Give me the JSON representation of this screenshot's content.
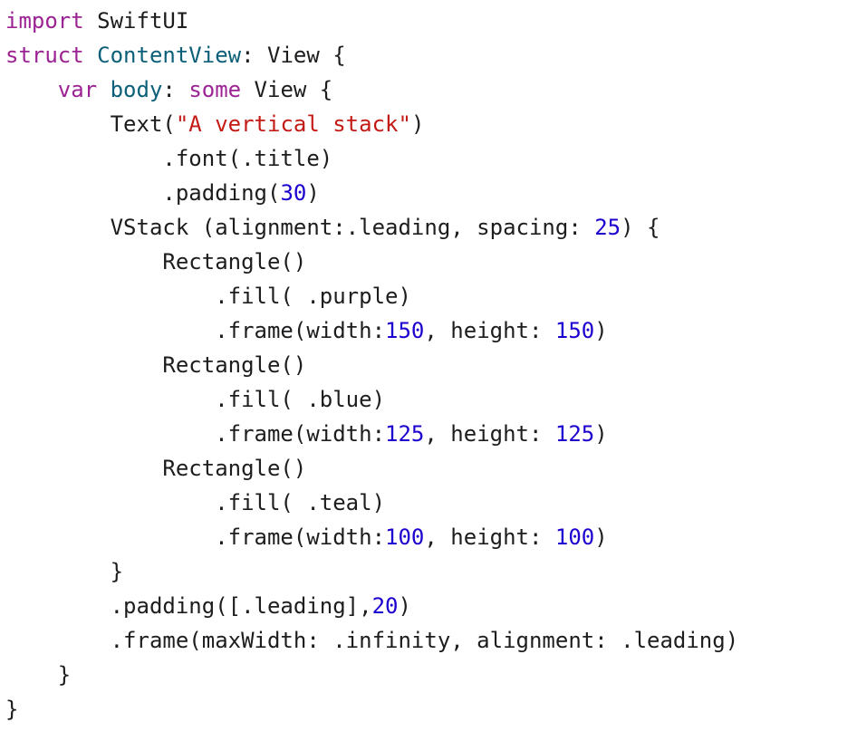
{
  "colors": {
    "keyword": "#9b2393",
    "type": "#0b5f78",
    "string": "#c41a16",
    "number": "#1c00cf",
    "plain": "#1d1d1f",
    "background": "#ffffff"
  },
  "code": {
    "language": "Swift",
    "lines": [
      {
        "tokens": [
          {
            "text": "import",
            "kind": "keyword"
          },
          {
            "text": " SwiftUI",
            "kind": "plain"
          }
        ]
      },
      {
        "tokens": [
          {
            "text": "struct",
            "kind": "keyword"
          },
          {
            "text": " ",
            "kind": "plain"
          },
          {
            "text": "ContentView",
            "kind": "type"
          },
          {
            "text": ": View {",
            "kind": "plain"
          }
        ]
      },
      {
        "tokens": [
          {
            "text": "    ",
            "kind": "plain"
          },
          {
            "text": "var",
            "kind": "keyword"
          },
          {
            "text": " ",
            "kind": "plain"
          },
          {
            "text": "body",
            "kind": "type"
          },
          {
            "text": ": ",
            "kind": "plain"
          },
          {
            "text": "some",
            "kind": "keyword"
          },
          {
            "text": " View {",
            "kind": "plain"
          }
        ]
      },
      {
        "tokens": [
          {
            "text": "        Text(",
            "kind": "plain"
          },
          {
            "text": "\"A vertical stack\"",
            "kind": "string"
          },
          {
            "text": ")",
            "kind": "plain"
          }
        ]
      },
      {
        "tokens": [
          {
            "text": "            .font(.title)",
            "kind": "plain"
          }
        ]
      },
      {
        "tokens": [
          {
            "text": "            .padding(",
            "kind": "plain"
          },
          {
            "text": "30",
            "kind": "number"
          },
          {
            "text": ")",
            "kind": "plain"
          }
        ]
      },
      {
        "tokens": [
          {
            "text": "        VStack (alignment:.leading, spacing: ",
            "kind": "plain"
          },
          {
            "text": "25",
            "kind": "number"
          },
          {
            "text": ") {",
            "kind": "plain"
          }
        ]
      },
      {
        "tokens": [
          {
            "text": "            Rectangle()",
            "kind": "plain"
          }
        ]
      },
      {
        "tokens": [
          {
            "text": "                .fill( .purple)",
            "kind": "plain"
          }
        ]
      },
      {
        "tokens": [
          {
            "text": "                .frame(width:",
            "kind": "plain"
          },
          {
            "text": "150",
            "kind": "number"
          },
          {
            "text": ", height: ",
            "kind": "plain"
          },
          {
            "text": "150",
            "kind": "number"
          },
          {
            "text": ")",
            "kind": "plain"
          }
        ]
      },
      {
        "tokens": [
          {
            "text": "            Rectangle()",
            "kind": "plain"
          }
        ]
      },
      {
        "tokens": [
          {
            "text": "                .fill( .blue)",
            "kind": "plain"
          }
        ]
      },
      {
        "tokens": [
          {
            "text": "                .frame(width:",
            "kind": "plain"
          },
          {
            "text": "125",
            "kind": "number"
          },
          {
            "text": ", height: ",
            "kind": "plain"
          },
          {
            "text": "125",
            "kind": "number"
          },
          {
            "text": ")",
            "kind": "plain"
          }
        ]
      },
      {
        "tokens": [
          {
            "text": "            Rectangle()",
            "kind": "plain"
          }
        ]
      },
      {
        "tokens": [
          {
            "text": "                .fill( .teal)",
            "kind": "plain"
          }
        ]
      },
      {
        "tokens": [
          {
            "text": "                .frame(width:",
            "kind": "plain"
          },
          {
            "text": "100",
            "kind": "number"
          },
          {
            "text": ", height: ",
            "kind": "plain"
          },
          {
            "text": "100",
            "kind": "number"
          },
          {
            "text": ")",
            "kind": "plain"
          }
        ]
      },
      {
        "tokens": [
          {
            "text": "        }",
            "kind": "plain"
          }
        ]
      },
      {
        "tokens": [
          {
            "text": "        .padding([.leading],",
            "kind": "plain"
          },
          {
            "text": "20",
            "kind": "number"
          },
          {
            "text": ")",
            "kind": "plain"
          }
        ]
      },
      {
        "tokens": [
          {
            "text": "        .frame(maxWidth: .infinity, alignment: .leading)",
            "kind": "plain"
          }
        ]
      },
      {
        "tokens": [
          {
            "text": "    }",
            "kind": "plain"
          }
        ]
      },
      {
        "tokens": [
          {
            "text": "}",
            "kind": "plain"
          }
        ]
      }
    ]
  }
}
